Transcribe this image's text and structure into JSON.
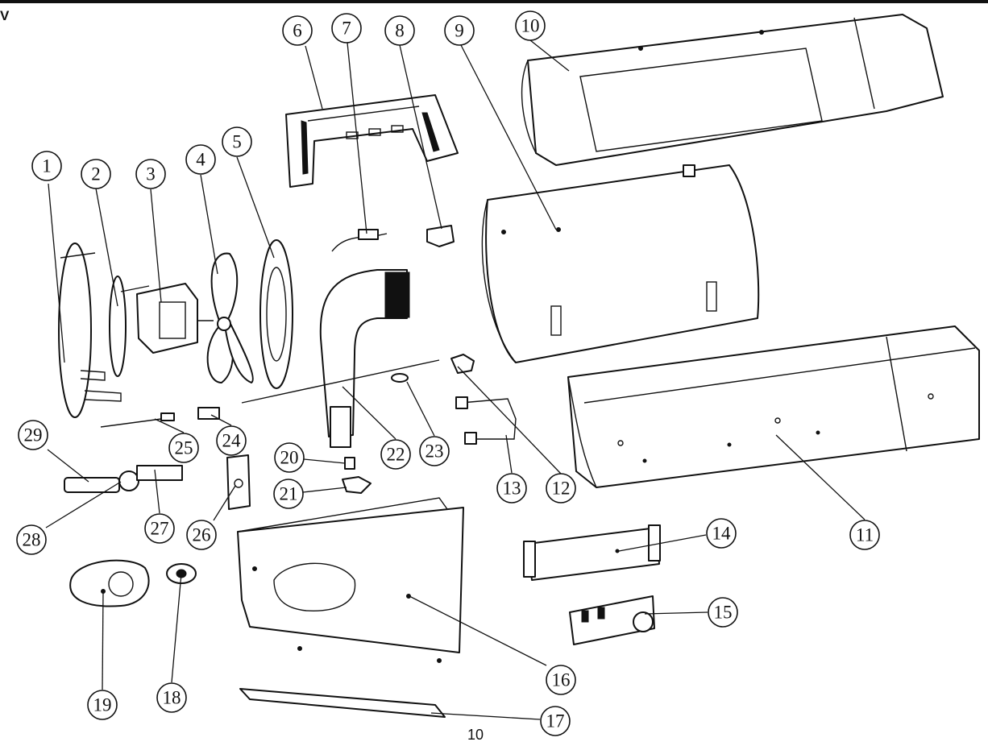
{
  "page": {
    "corner_letter": "V",
    "page_number": "10"
  },
  "callouts": [
    "1",
    "2",
    "3",
    "4",
    "5",
    "6",
    "7",
    "8",
    "9",
    "10",
    "11",
    "12",
    "13",
    "14",
    "15",
    "16",
    "17",
    "18",
    "19",
    "20",
    "21",
    "22",
    "23",
    "24",
    "25",
    "26",
    "27",
    "28",
    "29"
  ]
}
